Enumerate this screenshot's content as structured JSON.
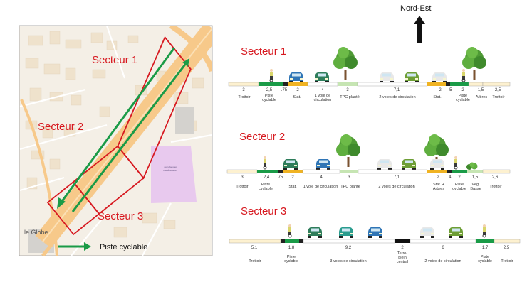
{
  "colors": {
    "sector_red": "#d71920",
    "bike_green": "#1a9b47",
    "sidewalk": "#fdf1d0",
    "parking_orange": "#f0b323",
    "median_light_green": "#c6e5b3",
    "median_black": "#111111",
    "map_road": "#f7c98a",
    "map_building": "#efe2cc",
    "map_purple": "#e8c9ee"
  },
  "compass": {
    "label": "Nord-Est",
    "icon": "arrow-up-icon"
  },
  "map": {
    "sector_labels": [
      "Secteur 1",
      "Secteur 2",
      "Secteur 3"
    ],
    "place_label": "le Globe",
    "building_label_lines": [
      "Jean-Jacques",
      "Cité Étudiante"
    ],
    "legend_label": "Piste cyclable"
  },
  "sections": [
    {
      "title": "Secteur 1",
      "dimensions": [
        "3",
        "2,5",
        ".75",
        "2",
        "4",
        "3",
        "7,1",
        "2",
        ".5",
        "2",
        "1,5",
        "2,5"
      ],
      "labels": [
        "Trottoir",
        "Piste cyclable",
        "Stat.",
        "1 voie de circulation",
        "TPC planté",
        "2 voies de circulation",
        "Stat.",
        "Piste cyclable",
        "Arbres",
        "Trottoir"
      ]
    },
    {
      "title": "Secteur 2",
      "dimensions": [
        "3",
        "2,4",
        ".75",
        "2",
        "4",
        "3",
        "7,1",
        "2",
        ".4",
        "2",
        "1,5",
        "2,6"
      ],
      "labels": [
        "Trottoir",
        "Piste cyclable",
        "Stat.",
        "1 voie de circulation",
        "TPC planté",
        "2 voies de circulation",
        "Stat. + Arbres",
        "Piste cyclable",
        "Vég. Basse",
        "Trottoir"
      ]
    },
    {
      "title": "Secteur 3",
      "dimensions": [
        "5,1",
        "1,8",
        "9,2",
        "2",
        "6",
        "1,7",
        "2,5"
      ],
      "labels": [
        "Trottoir",
        "Piste cyclable",
        "3 voies de circulation",
        "Terre-plein central",
        "2 voies de circulation",
        "Piste cyclable",
        "Trottoir"
      ]
    }
  ]
}
